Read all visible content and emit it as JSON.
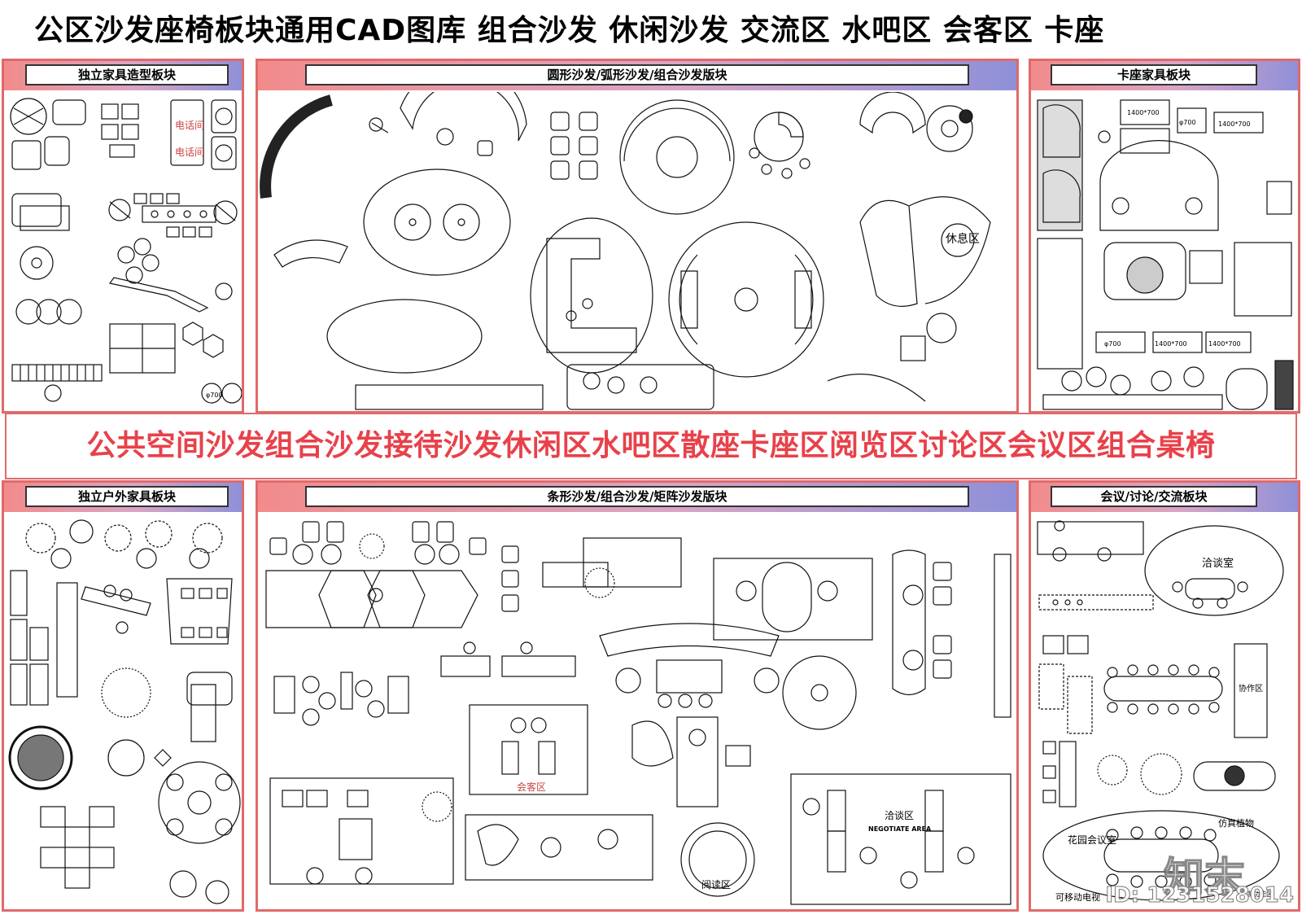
{
  "title": "公区沙发座椅板块通用CAD图库 组合沙发 休闲沙发 交流区 水吧区 会客区 卡座",
  "banner": "公共空间沙发组合沙发接待沙发休闲区水吧区散座卡座区阅览区讨论区会议区组合桌椅",
  "panels": {
    "top_left": "独立家具造型板块",
    "top_center": "圆形沙发/弧形沙发/组合沙发版块",
    "top_right": "卡座家具板块",
    "bottom_left": "独立户外家具板块",
    "bottom_center": "条形沙发/组合沙发/矩阵沙发版块",
    "bottom_right": "会议/讨论/交流板块"
  },
  "labels": {
    "phone_booth_1": "电话间",
    "phone_booth_2": "电话间",
    "rest_zone": "休息区",
    "reception_zone": "会客区",
    "negotiate_zone": "洽谈区",
    "negotiate_area_en": "NEGOTIATE AREA",
    "reading_zone": "阅读区",
    "meeting_room": "洽谈室",
    "collab_zone": "协作区",
    "garden_meeting": "花园会议室",
    "faux_plant": "仿真植物",
    "mobile_tv": "可移动电视",
    "multi_zone": "多功能区",
    "dim_1400_1": "1400*700",
    "dim_1400_2": "1400*700",
    "dim_1400_3": "1400*700",
    "dim_1400_4": "1400*700",
    "dim_phi700_1": "φ700",
    "dim_phi700_2": "φ700",
    "dim_phi700_3": "φ700"
  },
  "watermark": {
    "brand": "知末",
    "id": "ID: 1231528014"
  },
  "colors": {
    "panel_border": "#e06a6a",
    "header_start": "#f28b8b",
    "header_end": "#8f90d8",
    "banner_text": "#e8414a"
  }
}
